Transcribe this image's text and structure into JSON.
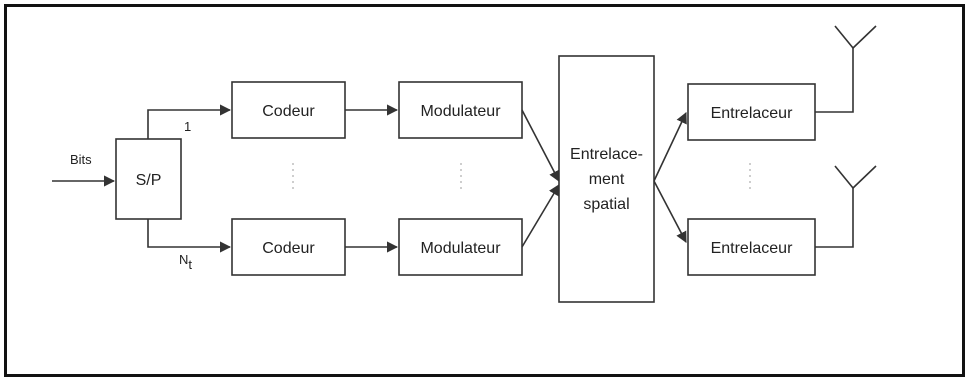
{
  "diagram": {
    "input_label": "Bits",
    "splitter_label": "S/P",
    "branch_top_label": "1",
    "branch_bottom_label": "N",
    "branch_bottom_sub": "t",
    "coder_label": "Codeur",
    "modulator_label": "Modulateur",
    "spatial_interleaver_lines": [
      "Entrelace-",
      "ment",
      "spatial"
    ],
    "interleaver_label": "Entrelaceur"
  }
}
